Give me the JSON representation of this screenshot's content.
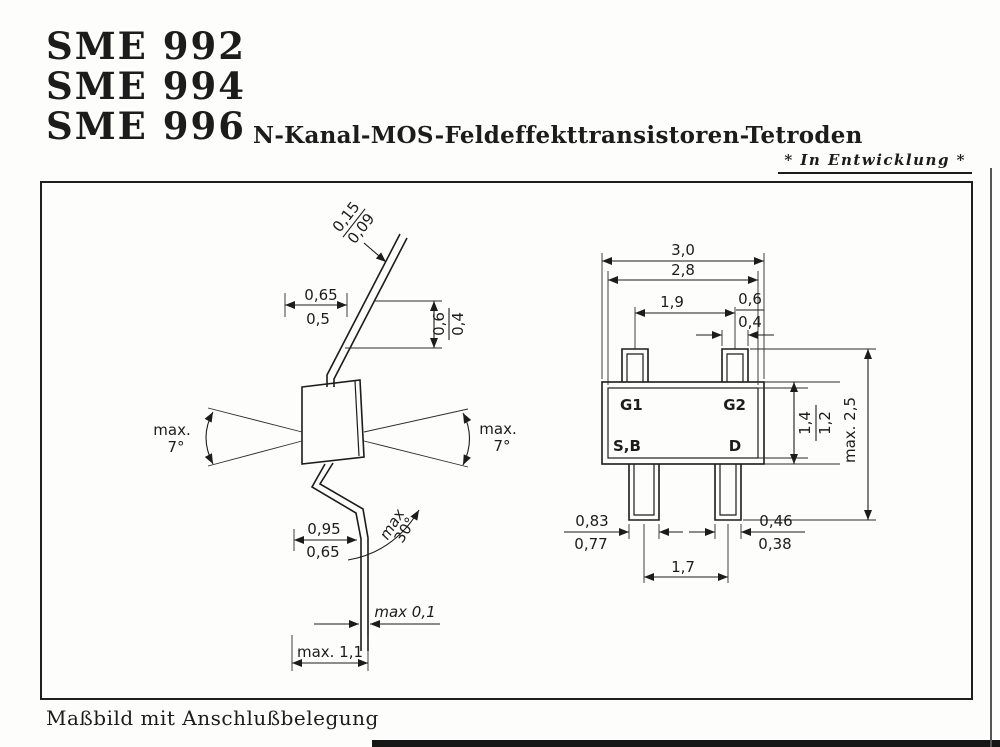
{
  "header": {
    "part_numbers": [
      "SME 992",
      "SME 994",
      "SME 996"
    ],
    "subtitle": "N-Kanal-MOS-Feldeffekttransistoren-Tetroden",
    "status_note": "* In Entwicklung *"
  },
  "caption": "Maßbild mit Anschlußbelegung",
  "side_view": {
    "lead_thickness": {
      "max": "0,15",
      "min": "0,09"
    },
    "top_width": {
      "max": "0,65",
      "min": "0,5"
    },
    "lead_height": {
      "max": "0,6",
      "min": "0,4"
    },
    "angle_left": {
      "l1": "max.",
      "l2": "7°"
    },
    "angle_right": {
      "l1": "max.",
      "l2": "7°"
    },
    "bend_width": {
      "max": "0,95",
      "min": "0,65"
    },
    "bend_angle": {
      "l1": "max",
      "l2": "30°"
    },
    "standoff": "max 0,1",
    "overall_width": "max. 1,1"
  },
  "top_view": {
    "body_width": {
      "max": "3,0",
      "min": "2,8"
    },
    "top_lead_pitch": "1,9",
    "top_lead_width": {
      "max": "0,6",
      "min": "0,4"
    },
    "pins": {
      "g1": "G1",
      "g2": "G2",
      "sb": "S,B",
      "d": "D"
    },
    "body_depth": {
      "max": "1,4",
      "min": "1,2"
    },
    "overall_depth": "max. 2,5",
    "bottom_left_lead_width": {
      "max": "0,83",
      "min": "0,77"
    },
    "bottom_right_lead_width": {
      "max": "0,46",
      "min": "0,38"
    },
    "bottom_lead_pitch": "1,7"
  }
}
